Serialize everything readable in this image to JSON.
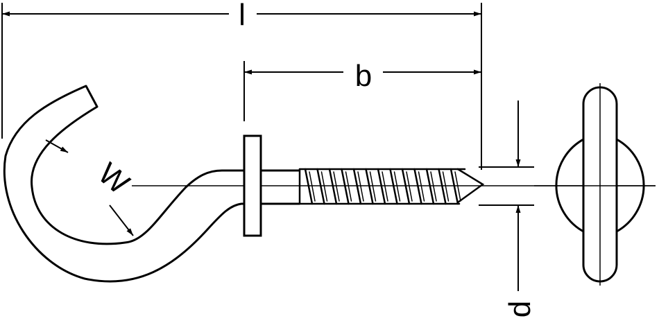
{
  "labels": {
    "length": "l",
    "thread_length": "b",
    "opening_width": "W",
    "diameter": "d"
  },
  "colors": {
    "line": "#000000",
    "background": "#ffffff"
  }
}
